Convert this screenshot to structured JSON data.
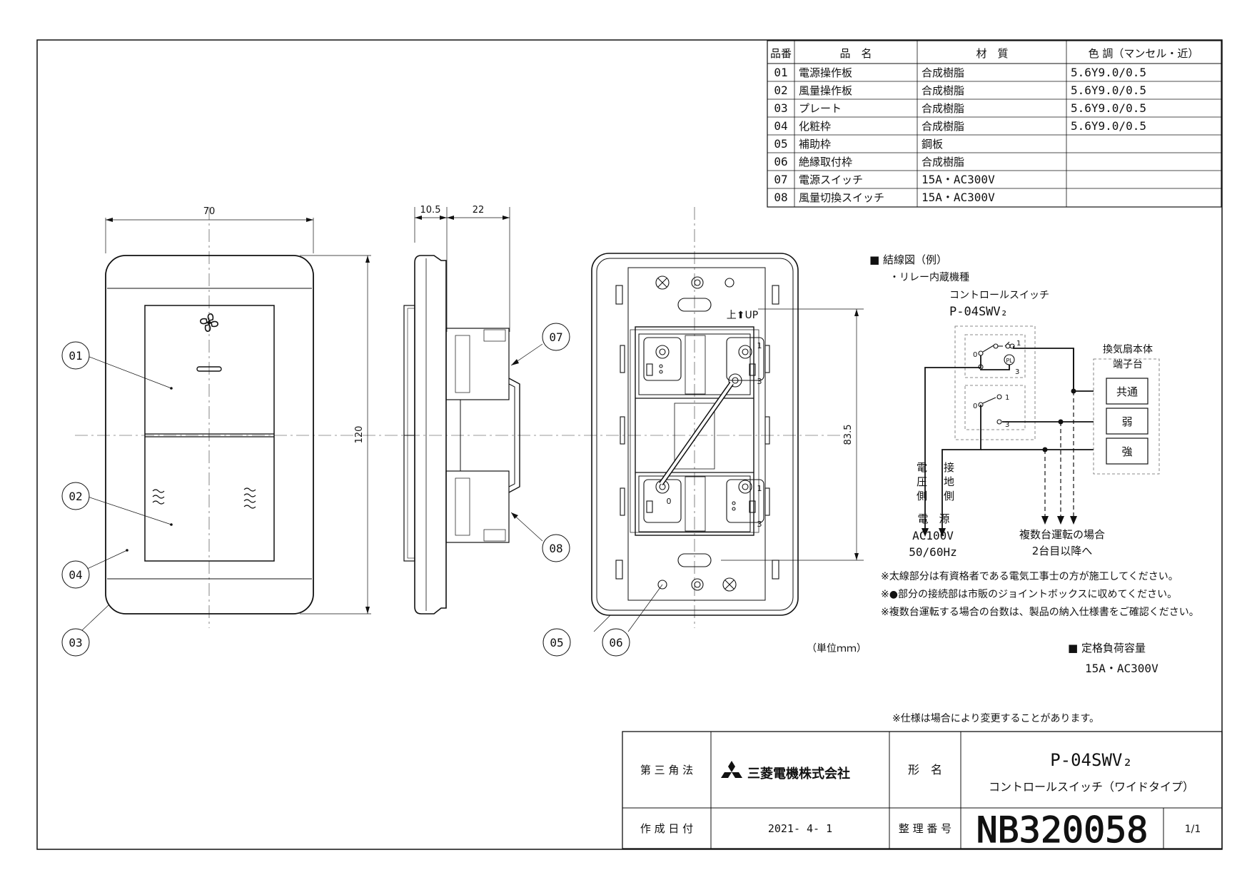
{
  "parts_table": {
    "headers": [
      "品番",
      "品　名",
      "材　質",
      "色 調（マンセル・近）"
    ],
    "rows": [
      [
        "01",
        "電源操作板",
        "合成樹脂",
        "5.6Y9.0/0.5"
      ],
      [
        "02",
        "風量操作板",
        "合成樹脂",
        "5.6Y9.0/0.5"
      ],
      [
        "03",
        "プレート",
        "合成樹脂",
        "5.6Y9.0/0.5"
      ],
      [
        "04",
        "化粧枠",
        "合成樹脂",
        "5.6Y9.0/0.5"
      ],
      [
        "05",
        "補助枠",
        "鋼板",
        ""
      ],
      [
        "06",
        "絶縁取付枠",
        "合成樹脂",
        ""
      ],
      [
        "07",
        "電源スイッチ",
        "15A・AC300V",
        ""
      ],
      [
        "08",
        "風量切換スイッチ",
        "15A・AC300V",
        ""
      ]
    ]
  },
  "dimensions": {
    "width": "70",
    "height": "120",
    "depth_front": "10.5",
    "depth_body": "22",
    "pitch": "83.5"
  },
  "callouts": [
    "01",
    "02",
    "04",
    "03",
    "07",
    "08",
    "05",
    "06"
  ],
  "rear_view": {
    "up_label": "上⬆UP",
    "terminal_1": "1",
    "terminal_3": "3",
    "terminal_0": "0"
  },
  "wiring": {
    "title": "■ 結線図（例）",
    "subtitle": "・リレー内蔵機種",
    "switch_label": "コントロールスイッチ",
    "switch_model": "P-04SWV₂",
    "fan_label_1": "換気扇本体",
    "fan_label_2": "端子台",
    "terminals": [
      "共通",
      "弱",
      "強"
    ],
    "pl_label": "PL",
    "t0": "0",
    "t1": "1",
    "t3": "3",
    "voltage_side": [
      "電",
      "圧",
      "側"
    ],
    "ground_side": [
      "接",
      "地",
      "側"
    ],
    "power_label": "電　源",
    "power_voltage": "AC100V",
    "power_freq": "50/60Hz",
    "multi_1": "複数台運転の場合",
    "multi_2": "2台目以降へ"
  },
  "notes": [
    "※太線部分は有資格者である電気工事士の方が施工してください。",
    "※●部分の接続部は市販のジョイントボックスに収めてください。",
    "※複数台運転する場合の台数は、製品の納入仕様書をご確認ください。"
  ],
  "unit": "（単位ｍｍ）",
  "rated_load_title": "■ 定格負荷容量",
  "rated_load_value": "15A・AC300V",
  "spec_note": "※仕様は場合により変更することがあります。",
  "title_block": {
    "projection": "第 三 角 法",
    "company": "三菱電機株式会社",
    "model_label": "形　名",
    "model": "P-04SWV₂",
    "product_name": "コントロールスイッチ（ワイドタイプ）",
    "date_label": "作 成 日 付",
    "date": "2021- 4- 1",
    "number_label": "整 理 番 号",
    "number": "NB320058",
    "sheet": "1/1"
  }
}
